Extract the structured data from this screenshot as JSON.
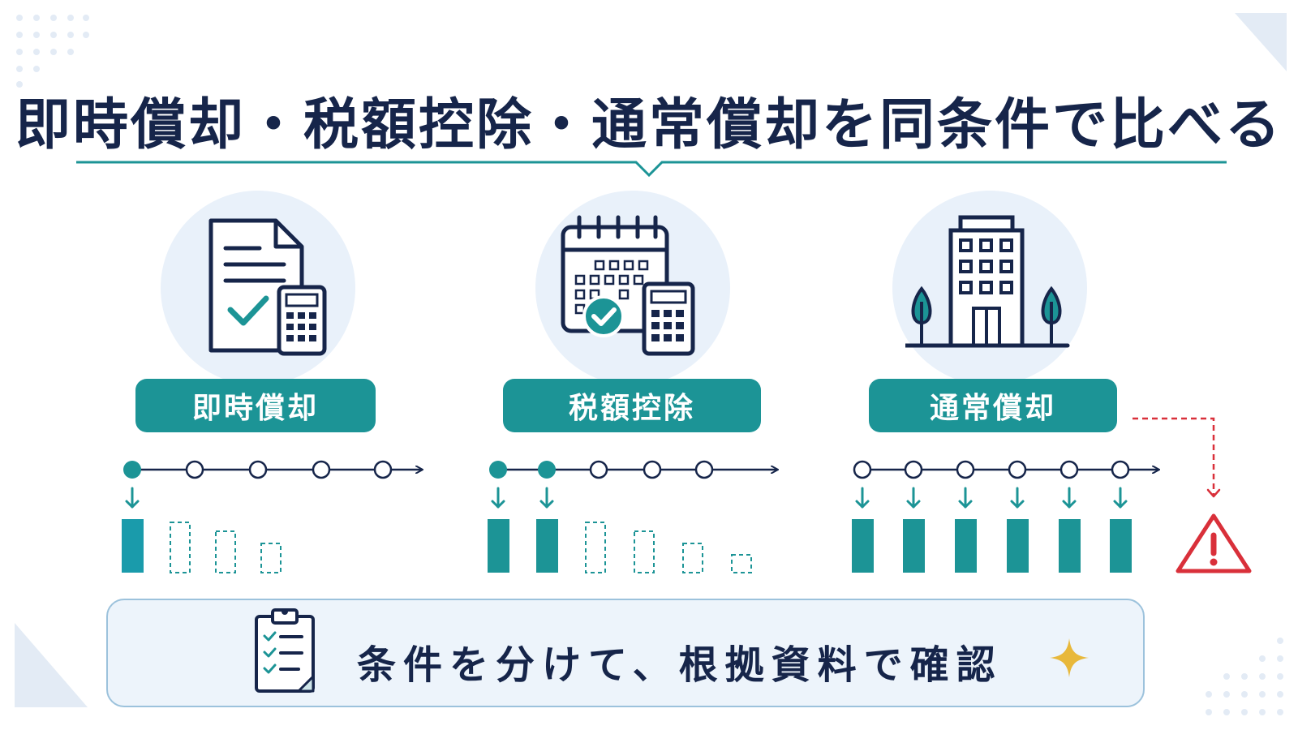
{
  "title": "即時償却・税額控除・通常償却を同条件で比べる",
  "methods": [
    {
      "label": "即時償却",
      "icon": "document-calculator-icon"
    },
    {
      "label": "税額控除",
      "icon": "calendar-calculator-icon"
    },
    {
      "label": "通常償却",
      "icon": "office-building-icon"
    }
  ],
  "footer": {
    "text": "条件を分けて、根拠資料で確認",
    "icon": "clipboard-checklist-icon",
    "accent_icon": "sparkle-icon"
  },
  "warning_icon": "warning-triangle-icon",
  "colors": {
    "teal": "#1c9496",
    "navy": "#16254a",
    "warning": "#d9303a",
    "circle_bg": "#e9f1fa",
    "sparkle": "#e8b83a"
  }
}
